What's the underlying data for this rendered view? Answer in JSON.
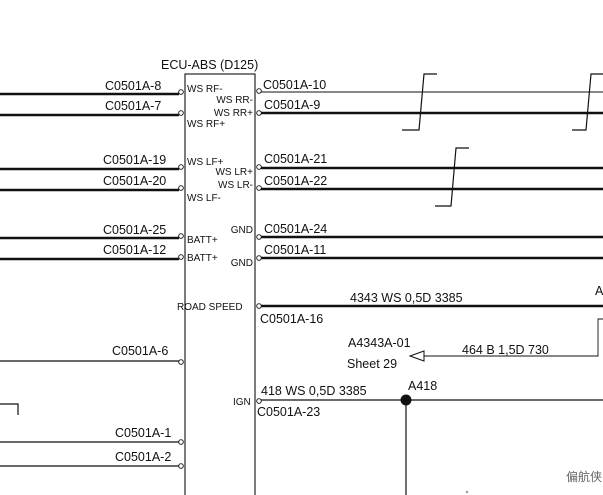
{
  "module": {
    "title": "ECU-ABS (D125)"
  },
  "left_pins": [
    {
      "connector": "C0501A-8",
      "pin": "WS RF-"
    },
    {
      "connector": "C0501A-7",
      "pin": "WS RF+"
    },
    {
      "connector": "C0501A-19",
      "pin": "WS LF+"
    },
    {
      "connector": "C0501A-20",
      "pin": "WS LF-"
    },
    {
      "connector": "C0501A-25",
      "pin": "BATT+"
    },
    {
      "connector": "C0501A-12",
      "pin": "BATT+"
    },
    {
      "connector": "C0501A-6",
      "pin": "ROAD SPEED"
    },
    {
      "connector": "C0501A-1",
      "pin": "IGN"
    },
    {
      "connector": "C0501A-2",
      "pin": ""
    }
  ],
  "right_pins": [
    {
      "connector": "C0501A-10",
      "pin": "WS RR-"
    },
    {
      "connector": "C0501A-9",
      "pin": "WS RR+"
    },
    {
      "connector": "C0501A-21",
      "pin": "WS LR+"
    },
    {
      "connector": "C0501A-22",
      "pin": "WS LR-"
    },
    {
      "connector": "C0501A-24",
      "pin": "GND"
    },
    {
      "connector": "C0501A-11",
      "pin": "GND"
    }
  ],
  "road_speed": {
    "connector": "C0501A-16",
    "wire": "4343 WS 0,5D 3385",
    "edge_label": "A"
  },
  "reference": {
    "splice": "A4343A-01",
    "sheet": "Sheet 29",
    "wire": "464 B 1,5D 730"
  },
  "ign": {
    "wire": "418 WS 0,5D 3385",
    "connector": "C0501A-23",
    "splice": "A418"
  },
  "watermark": "偏航侠"
}
